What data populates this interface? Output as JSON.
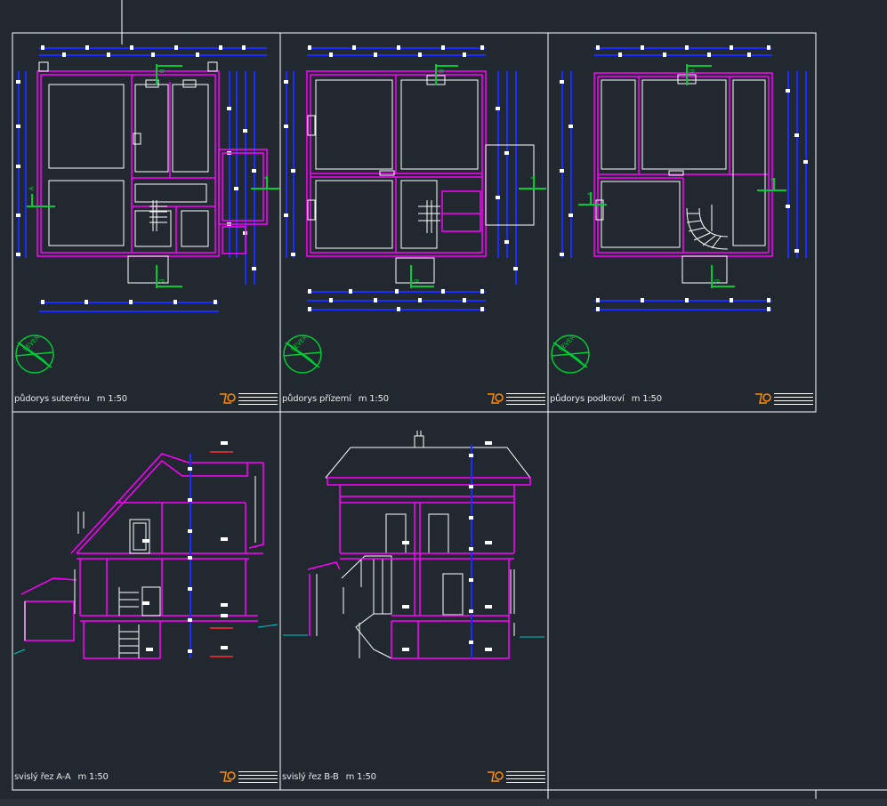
{
  "viewport": {
    "background": "#212830"
  },
  "colors": {
    "frame": "#ffffff",
    "wall": "#ff00ff",
    "dimension": "#1a2cff",
    "section_mark": "#00cc33",
    "stamp": "#ff8c00",
    "ground": "#00c8c8",
    "elevation_mark": "#ff3030",
    "fixture": "#ffffff"
  },
  "sheets": [
    {
      "id": "plan-basement",
      "title": "půdorys suterénu",
      "scale": "m 1:50"
    },
    {
      "id": "plan-ground",
      "title": "půdorys přízemí",
      "scale": "m 1:50"
    },
    {
      "id": "plan-attic",
      "title": "půdorys podkroví",
      "scale": "m 1:50"
    },
    {
      "id": "section-aa",
      "title": "svislý řez A-A",
      "scale": "m 1:50"
    },
    {
      "id": "section-bb",
      "title": "svislý řez B-B",
      "scale": "m 1:50"
    }
  ],
  "north_arrow_label": "SEVER",
  "section_marks": [
    "A",
    "B"
  ],
  "icons": [
    "north-arrow-icon",
    "stamp-logo-icon"
  ]
}
